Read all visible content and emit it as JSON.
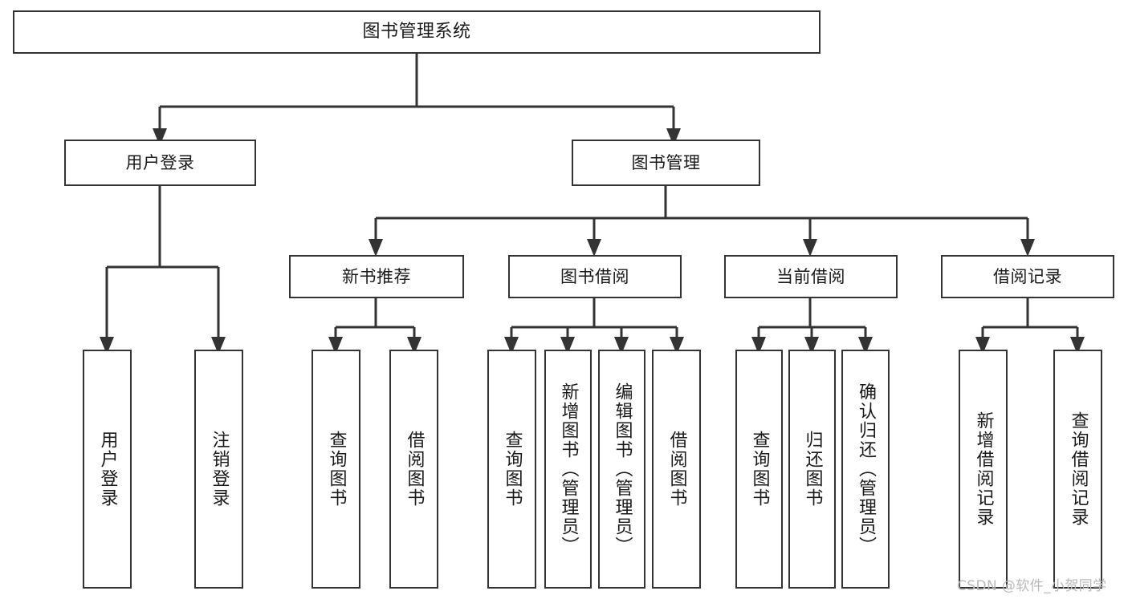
{
  "diagram": {
    "title": "图书管理系统",
    "type": "tree-hierarchy",
    "watermark": "CSDN @软件_小贺同学",
    "colors": {
      "background": "#ffffff",
      "box_border": "#333333",
      "box_fill": "#ffffff",
      "edge": "#333333",
      "text": "#1a1a1a",
      "watermark": "#b9b9b9"
    },
    "nodes": {
      "root": {
        "label": "图书管理系统"
      },
      "level1": [
        {
          "id": "user-login",
          "label": "用户登录"
        },
        {
          "id": "book-manage",
          "label": "图书管理"
        }
      ],
      "level2": [
        {
          "id": "new-book-recommend",
          "label": "新书推荐"
        },
        {
          "id": "book-borrow",
          "label": "图书借阅"
        },
        {
          "id": "current-borrow",
          "label": "当前借阅"
        },
        {
          "id": "borrow-record",
          "label": "借阅记录"
        }
      ],
      "leaves": {
        "user-login": [
          {
            "id": "leaf-user-login",
            "label": "用户登录"
          },
          {
            "id": "leaf-logout-login",
            "label": "注销登录"
          }
        ],
        "new-book-recommend": [
          {
            "id": "leaf-query-book-1",
            "label": "查询图书"
          },
          {
            "id": "leaf-borrow-book-1",
            "label": "借阅图书"
          }
        ],
        "book-borrow": [
          {
            "id": "leaf-query-book-2",
            "label": "查询图书"
          },
          {
            "id": "leaf-add-book",
            "label": "新增图书（管理员）"
          },
          {
            "id": "leaf-edit-book",
            "label": "编辑图书（管理员）"
          },
          {
            "id": "leaf-borrow-book-2",
            "label": "借阅图书"
          }
        ],
        "current-borrow": [
          {
            "id": "leaf-query-book-3",
            "label": "查询图书"
          },
          {
            "id": "leaf-return-book",
            "label": "归还图书"
          },
          {
            "id": "leaf-confirm-return",
            "label": "确认归还（管理员）"
          }
        ],
        "borrow-record": [
          {
            "id": "leaf-add-record",
            "label": "新增借阅记录"
          },
          {
            "id": "leaf-query-record",
            "label": "查询借阅记录"
          }
        ]
      }
    }
  }
}
